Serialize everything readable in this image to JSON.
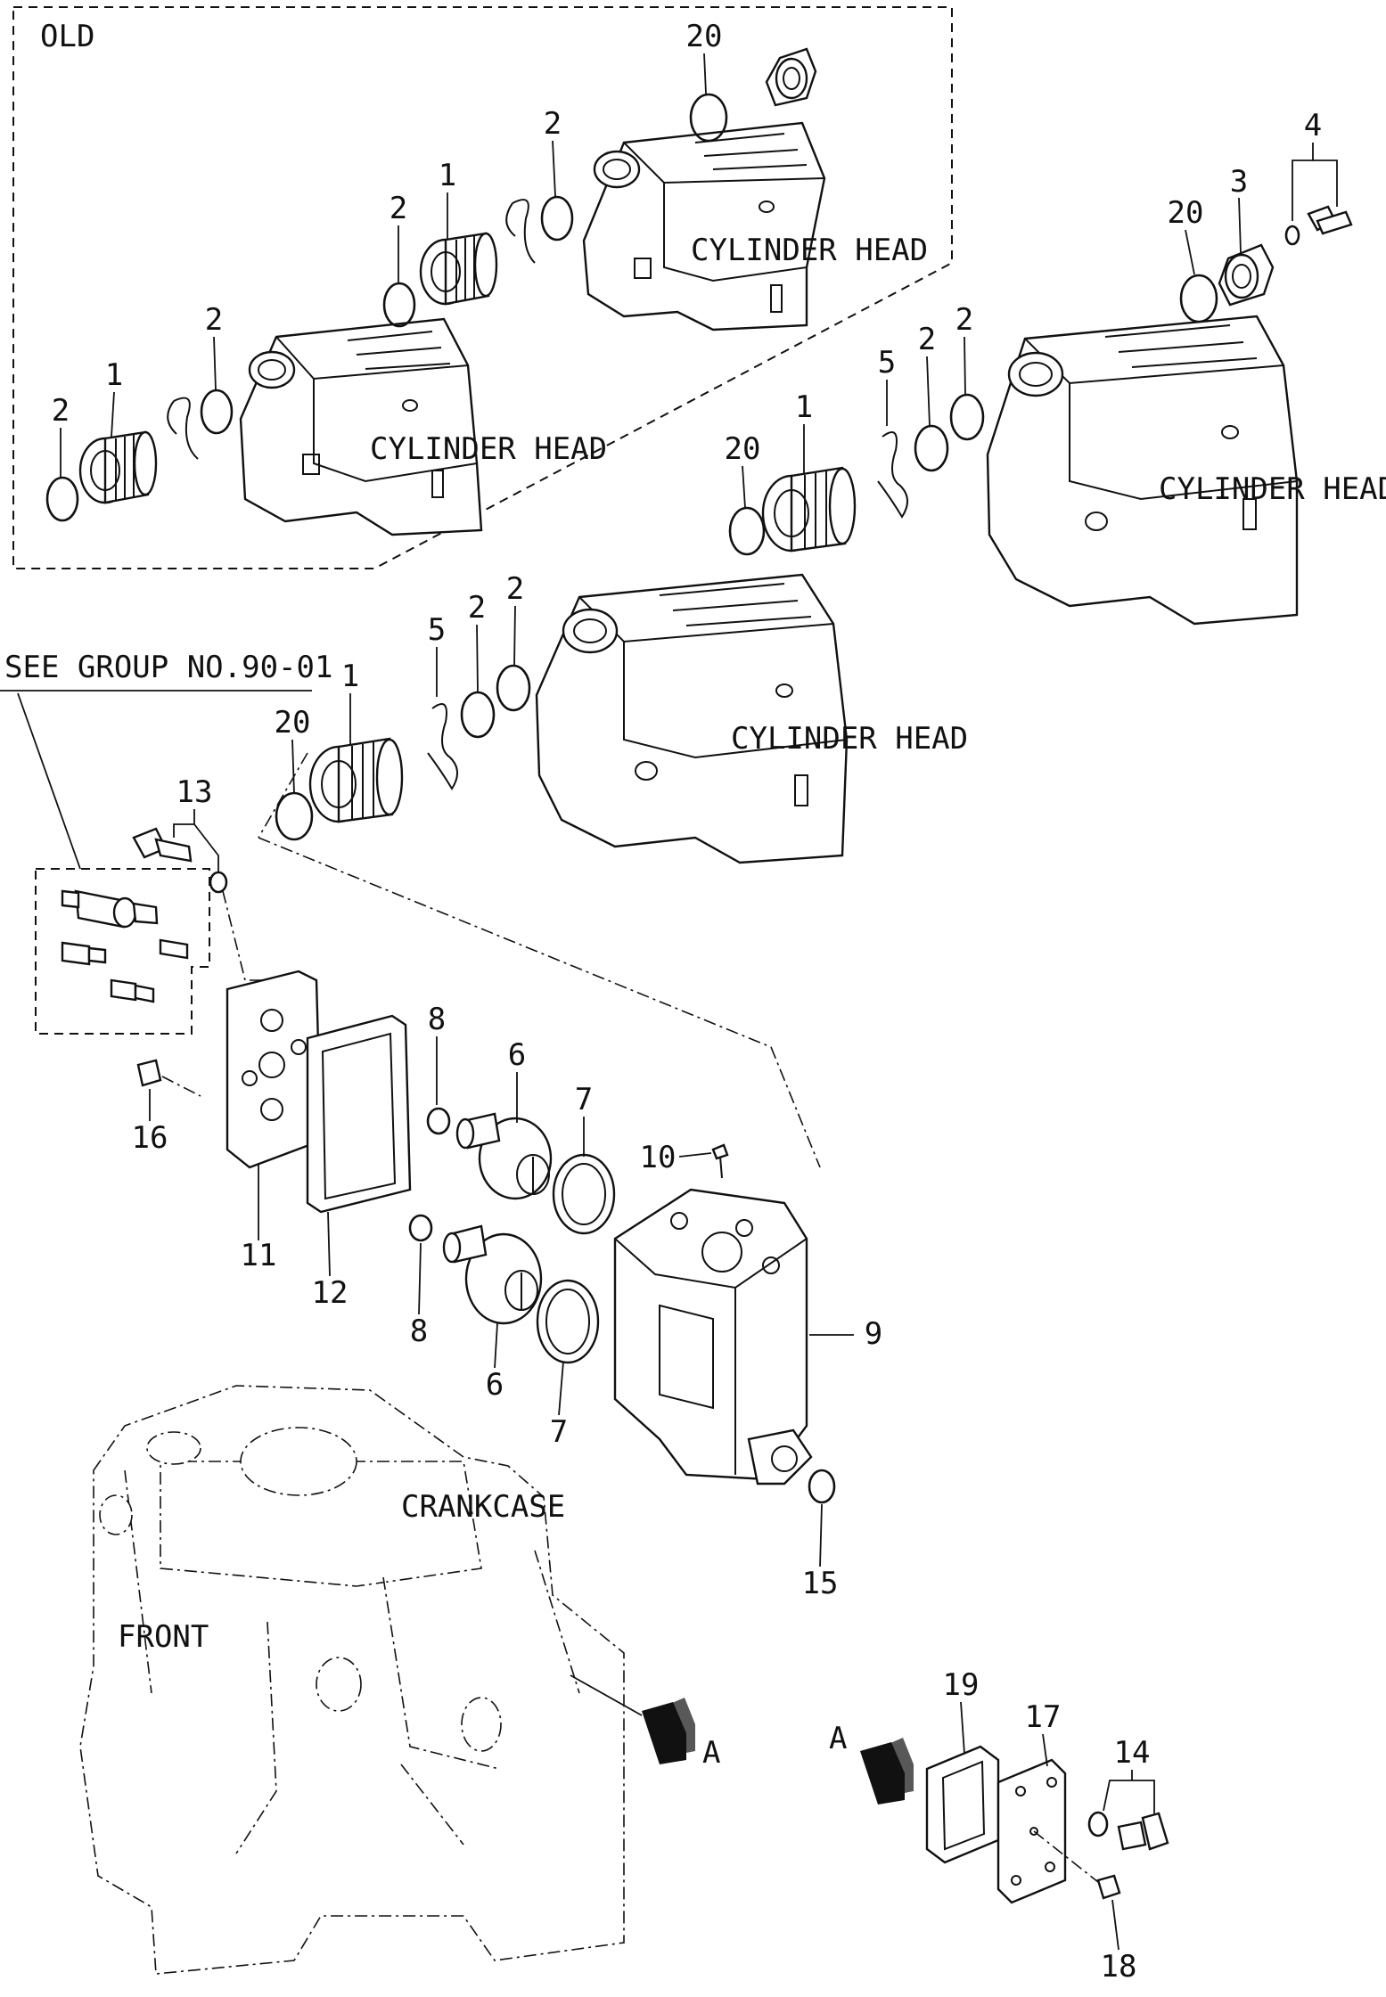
{
  "labels": {
    "old": "OLD",
    "cylinder_head": "CYLINDER HEAD",
    "see_group": "SEE GROUP NO.90-01",
    "crankcase": "CRANKCASE",
    "front": "FRONT",
    "view_a": "A"
  },
  "callouts": {
    "p1": "1",
    "p2": "2",
    "p3": "3",
    "p4": "4",
    "p5": "5",
    "p6": "6",
    "p7": "7",
    "p8": "8",
    "p9": "9",
    "p10": "10",
    "p11": "11",
    "p12": "12",
    "p13": "13",
    "p14": "14",
    "p15": "15",
    "p16": "16",
    "p17": "17",
    "p18": "18",
    "p19": "19",
    "p20": "20"
  }
}
